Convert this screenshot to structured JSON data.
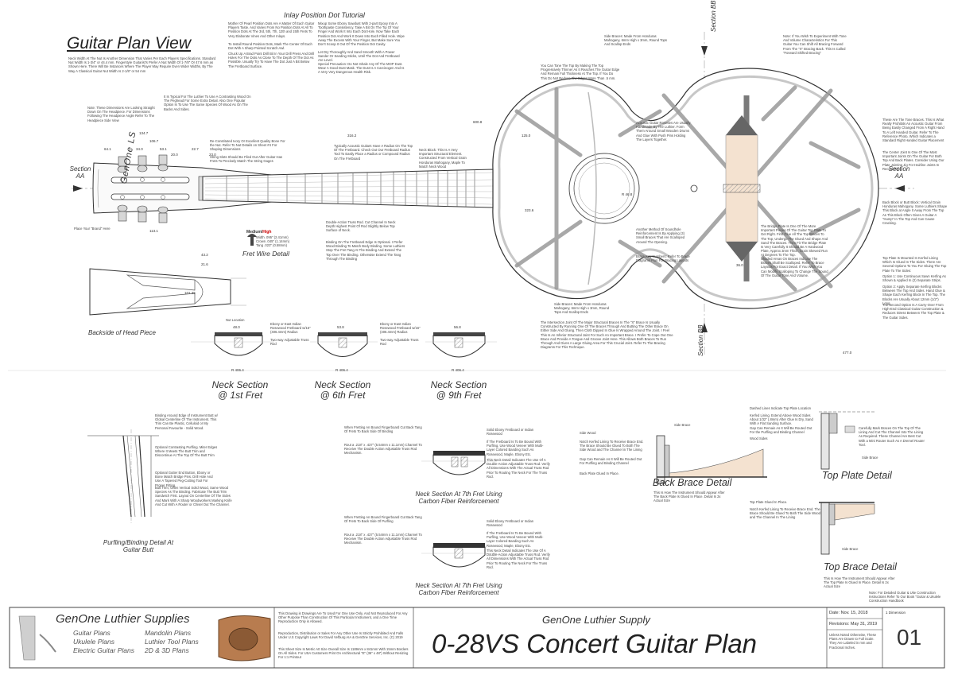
{
  "header": {
    "plan_view_title": "Guitar Plan View",
    "inlay_tutorial_title": "Inlay Position Dot Tutorial"
  },
  "section_markers": {
    "left": "Section AA",
    "right": "Section AA",
    "top": "Section BB",
    "bottom": "Section BB"
  },
  "headstock": {
    "brand": "GenOne LS",
    "fret_wire_title": "Fret Wire Detail",
    "fret_wire_grade_a": "Medium",
    "fret_wire_grade_b": "High",
    "fret_wire_specs": [
      "Width .095\" (2.41mm)",
      "Crown .045\" (1.14mm)",
      "Tang .023\" (0.58mm)"
    ],
    "backside_label": "Backside of Head Piece",
    "dims": [
      "134.7",
      "106.7",
      "64.1",
      "34.0",
      "53.1",
      "22.7",
      "23.0",
      "20.0",
      "113.1",
      "43.2",
      "21.6",
      "101.36"
    ]
  },
  "neck_sections": [
    {
      "title": "Neck Section @ 1st Fret",
      "width": "48.0",
      "radius": "R 406.4"
    },
    {
      "title": "Neck Section @ 6th Fret",
      "width": "53.8",
      "radius": "R 406.4"
    },
    {
      "title": "Neck Section @ 9th Fret",
      "width": "56.8",
      "radius": "R 406.4"
    }
  ],
  "body_dims": [
    "600.8",
    "316.2",
    "323.6",
    "477.0",
    "36.0",
    "R 46.8",
    "125.0"
  ],
  "details": {
    "purfling_binding": "Purfling/Binding Detail At Guitar Butt",
    "neck_7th_a": "Neck Section At 7th Fret Using Carbon Fiber Reinforcement",
    "neck_7th_b": "Neck Section At 7th Fret Using Carbon Fiber Reinforcement",
    "back_brace": "Back Brace Detail",
    "top_plate": "Top Plate Detail",
    "top_brace": "Top Brace Detail"
  },
  "notes": {
    "neck_width": "Neck Width At The Nut Is Another Dimension That Varies Per Each Players Specifications. Standard Nut Width Is 1-3/4\" or 44.4 mm. Fingerstyle Guitarist's Prefer A Nut Width Of 1-7/8\" Or 47.6 mm as Shown Here. There Will Be Instances Where The Player May Require Even Wider Widths, By The Way A Classical Guitar Nut Width Is 2-1/8\" or 54 mm",
    "inlay_1": "Mother Of Pearl Position Dots Are A Matter Of Each Guitar Players Taste. And Varies From No Position Dots At All To Position Dots At The 3rd, 5th, 7th, 12th and 15th Frets To Very Elaborate Vines And Other Inlays.",
    "inlay_2": "To Install Round Position Dots, Mark The Center Of Each Dot With A Sharp Pointed Scratch Awl.",
    "inlay_3": "Chuck Up A Brad Point Drill Bit In Your Drill Press And Drill Holes For The Dots As Close To The Depth Of The Dot As Possible. Usually Try To Have The Dot Just A Bit Below The Fretboard Surface.",
    "inlay_4": "Mixup Some Ebony Sawdust With 2-part Epoxy Into A Toothpaste Consistency. Take A Bit On The Tip Of Your Finger And Work It Into Each Dot Hole. Now Take Each Position Dot And Work It Down Into Each Filled Hole. Wipe Away The Excess With Your Finger, But Make Sure You Don't Scoop It Out Of The Position Dot Cavity.",
    "inlay_5": "Let Dry Thoroughly And Sand Smooth With A Power Sander Or Sanding Sticks, Until The Dot And Fretboard Are Level.",
    "inlay_6": "Special Precaution: Do Not Inhale Any Of The MOP Dust. Wear A Good Dust Mask. The Dust Is A Carcinogen And Is A Very Very Dangerous Health Risk.",
    "contrast_wood": "It Is Typical For The Luthier To Use A Contrasting Wood On The Peghead For Some Extra Detail. Also One Popular Option Is To Use The Same Species Of Wood As On The Backs And Sides.",
    "dimension_note": "Note: These Dimensions Are Looking Straight Down On The Headpiece. For Dimensions Following The Headpiece Angle Refer To The Headpiece Side View",
    "bone_nut": "Re-Constituted Ivory Or Excellent Quality Bone For the Nut. Refer To Nut Details on Sheet #4 For Shaping Dimensions",
    "string_slots": "String Slots Should Be Filed Out After Guitar Has Frets To Precisely Match The String Gages",
    "fret_radius": "Typically Acoustic Guitars Have A Radius On The Top Of The Fretboard. Check Out Our Fretboard Radius Tool To Easily Place a Radius or Compound Radius On The Fretboard",
    "truss_rod": "Double-Action Truss Rod. Cut Channel In Neck Depth Highest Point Of Rod Slightly Below Top Surface of Neck.",
    "binding_fretboard": "Binding On The Fretboard Edge Is Optional. I Prefer Wood Binding To Match Body Binding. Some Luthiers Stop The Fret Tang At The Binding And Extend The Top Over The Binding. Otherwise Extend The Tang Through The Binding",
    "neck_block": "Neck Block: This Is A Very Important Structural Element. Constructed From Vertical Grain Honduras Mahogany, Maple To Match Neck Wood",
    "side_braces_top": "Side Braces: Made From Honduras Mahogany, 6mm High x 3mm, Round Tops And Scallop Ends",
    "tone_bar_note": "You Can Tone The Top By Making The Top Progressively Thinner As It Reaches The Guitar Edge And Remain Full Thickness At The Top. If You Do This Do Not Reduce The Edges More Than .5 mm.",
    "acoustic_rosette": "Acoustic Guitar Rosettes Are Usually Handmade By The Luthier. Form Them Around Small Wooden Drums And Glue With Push Pins Holding The Layers Together.",
    "experiment": "Note: If You Wish To Experiment With Tone And Volume Characteristics For This Guitar You Can Shift All Bracing Forward From The \"X\" Bracing Back. This Is Called \"Forward Shifted Bracing\"",
    "tone_bars": "These Are The Tone Braces. This Is What Really Prohibits An Acoustic Guitar From Being Easily Changed From A Right Hand To A Left Handed Guitar. Refer To The Reference Photo, Which Indicates a Standard Right Handed Guitar Placement",
    "center_joint": "The Center Joint Is One Of The Most Important Joints On The Guitar For Both Top And Back Plates. Consider Using Our Plate Jointing Jig For Hairline Joints In Record Time.",
    "back_brace": "Back Block or Butt Block: Vertical Grain Honduras Mahogany. Some Luthiers Shape This Block at Angle It Away From The Top As This Block Often Gives A Guitar A \"Hump\" In The Top And Can Cause Cracking.",
    "soundhole": "Another Method Of Soundhole Reinforcement Is By Applying (3) Small Braces That Are Scalloped Around The Opening.",
    "brace_key": "Brace Key Numbers: Refer To Brace Diagrams Plan For Bracing Layouts",
    "bridge_plate": "The Bridge Plate Is One Of The More Important Pieces Of The Guitar Top Plate To Get Right. First Glue All The Top Braces To The Top, Undergo The Glued And Shape And Sand The Braces. Then Fit The Bridge Plate Is Very Carefully It Should Be A Hardwood Plate, Approx 3mm Thick, Grain Skewed Run At Degrees To The Top.",
    "shaded_areas": "Shaded Areas On Braces Indicate The Braces Shall Be Scalloped. Refer To Brace Layouts For Exact Detail. If You Wish You Can Modify Scalloping To Change The Sound Of The Guitar Tone And Volume.",
    "kerfed_lining": "Top Plate Is Mounted In Kerfed Lining Which Is Glued In The Sides. There Are Several Options To You For Gluing The Top Plate To The Sides:",
    "option1": "Option 1: Use Continuous Sawn Kerfing As Shown & Applied In (2) Separate Strips.",
    "option2": "Option 2: Apply Separate Kerfing Blocks Between The Top And Sides. Hand Glue & Shape Each Kerfing Block In The Top. The Blocks Are Usually About 12mm (1/2\") Long.",
    "carry_over": "The Second Option Is A Carry-Over From High-End Classical Guitar Construction & Reduces Stress Between The Top Plate & The Guitar Sides.",
    "side_braces_bottom": "Side Braces: Made From Honduras Mahogany, 6mm High x 3mm, Round Tops And Scallop Ends",
    "x_brace": "The Intersection Joint Of The Major Structural Braces In The \"X\" Brace Is Usually Constructed By Running One Of The Braces Through And Butting The Other Brace On Either Side And Gluing. Then Cloth Dipped In Glue Is Wrapped Around The Joint. I Feel This Is An Inferior Structural Joint For Such An Important Brace. I Prefer To Cope Out One Brace And Provide A Tongue And Groove Joint Here. This Allows Both Braces To Run Through And Gives A Large Gluing Area For This Crucial Joint. Refer To The Bracing Diagrams For This Technique.",
    "place_brand": "Place Your \"Brand\" Here",
    "nut_location": "Nut Location",
    "ebony_1": "Ebony or East Indian Rosewood Fretboard w/16\" (406.4mm) Radius",
    "truss_1": "Two-way Adjustable Truss Rod",
    "ebony_2": "Ebony or East Indian Rosewood Fretboard w/16\" (406.4mm) Radius",
    "truss_2": "Two-way Adjustable Truss Rod",
    "binding_around": "Binding Around Edge of Instrument Butt w/ Global Centerline Of The Instrument. This Trim Can Be Plastic, Celluloid or My Personal Favourite - Solid Wood.",
    "optional_purfling": "Optional Contrasting Purfling. Miter Edges Where It Meets The Butt Trim and Discontinue At The Top Of The Butt Trim",
    "optional_gutter": "Optional Gutter End Button, Ebony or Bone Match Bridge Pins. Drill Hole And Use A Tapered Peg-Cutting Tool For Proper Fitting.",
    "butt_trim": "Butt Trim, Often Vertical Solid Wood, Same Wood Species As The Binding. Fabricate The Butt Trim Sandwich First. Layout On Centerline Of The Sides And Mark With A Sharp Woodworkers Marking Knife And Cut With A Router or Chisel Out The Channel.",
    "fretting_a": "When Fretting An Bound Fingerboard Cut Back Tang Of Frets To Back Side Of Binding",
    "rout_a": "Rout a .218\" x .437\" (5.54mm x 11.1mm) Channel To Receive The Double Action Adjustable Truss Rod Mechanism.",
    "ebony_7a": "Solid Ebony Fretboard or Indian Rosewood",
    "bound_7a": "If The Fretboard Is To Be Bound With Purfling, Use Wood Veneer With Multi-Layer Colored Banding Such As Rosewood, Maple, Ebony Etc.",
    "neck_detail_7a": "This Neck Detail Indicates The Use Of A Double-Action Adjustable Truss Rod. Verify All Dimensions With The Actual Truss Rod Prior To Routing The Neck For The Truss Rod.",
    "fretting_b": "When Fretting An Bound Fingerboard Cut Back Tang Of Frets To Back Side Of Purfling",
    "rout_b": "Rout a .218\" x .437\" (5.54mm x 11.1mm) Channel To Receive The Double Action Adjustable Truss Rod Mechanism.",
    "ebony_7b": "Solid Ebony Fretboard or Indian Rosewood",
    "bound_7b": "If The Fretboard Is To Be Bound With Purfling, Use Wood Veneer With Multi-Layer Colored Banding Such As Rosewood, Maple, Ebony Etc.",
    "neck_detail_7b": "This Neck Detail Indicates The Use Of A Double-Action Adjustable Truss Rod. Verify All Dimensions With The Actual Truss Rod Prior To Routing The Neck For The Truss Rod.",
    "side_wood": "Side Wood",
    "notch_kerfed": "Notch Kerfed Lining To Receive Brace End. The Brace Should Be Glued To Both The Side Wood and The Channel in The Lining",
    "gap_cleared": "Gap Can Remain As It Will Be Routed Out For Purfling and Binding Channel",
    "back_plate_glued": "Back Plate Glued In Place.",
    "side_brace": "Side Brace",
    "back_brace_how": "This Is How The Instrument Should Appear After The Back Plate Is Glued In Place. Detail Is 2x Actual Size",
    "dashed_lines": "Dashed Lines Indicate Top Plate Location",
    "kerfed_lining_extend": "Kerfed Lining. Extend Above Wood Sides About 1/32\" (.8mm) After Glue Is Dry, Sand With A Flat Sanding Surface.",
    "gap_cleared_2": "Gap Can Remain As It Will Be Routed Out For the Purfling and Binding Channel",
    "wood_sides": "Wood Sides",
    "carefully_mark": "Carefully Mark Braces On The Top Of The Lining And Cut The Channel Into The Lining As Required. These Channel Are Best Cut With a Mini Router Such As A Dremel Router Tool.",
    "side_brace_2": "Side Brace",
    "top_plate_glued": "Top Plate Glued In Place.",
    "notch_kerfed_2": "Notch Kerfed Lining To Receive Brace End. The Brace Should Be Glued To Both The Side Wood and The Channel In The Lining",
    "side_brace_3": "Side Brace",
    "top_brace_how": "This Is How The Instrument Should Appear After The Top Plate Is Glued In Place. Detail Is 2x Actual Size",
    "detailed_guitar": "Note: For Detailed Guitar & Uke Construction Instructions Refer To Our Book \"Guitar & Ukulele Construction Handbook"
  },
  "title_block": {
    "company_logo": "GenOne Luthier Supplies",
    "link_guitar": "Guitar Plans",
    "link_ukulele": "Ukulele Plans",
    "link_electric": "Electric Guitar Plans",
    "link_mandolin": "Mandolin Plans",
    "link_tool": "Luthier Tool Plans",
    "link_2d3d": "2D & 3D Plans",
    "copyright_1": "This Drawing is Drawings Are To Used For One Use Only, And Not Reproduced For Any Other Purpose Than Construction Of This Particular Instrument, and a One Time Reproduction Only is Allowed.",
    "copyright_2": "Reproduction, Distribution or Sales For Any Other Use Is Strictly Prohibited And Falls Under U.S Copyright Laws For David Vefburg AIA & GenOne Services, Inc. (C) 2019",
    "copyright_3": "This Sheet Size Is Metric A0 Size Overall Size Is 1189mm x 841mm With 15mm Borders On All Sides. For USA Customers Print On Architectural \"E\" (36\" x 48\") Without Resizing For 1:1 Printout",
    "supply_name": "GenOne Luthier Supply",
    "plan_title": "0-28VS Concert Guitar Plan",
    "date": "Date: Nov. 15, 2018",
    "revisions": "Revisions: May 31, 2019",
    "units": "Unless Noted Otherwise, These Plans Are Drawn to Full Scale. They Are Labeled in mm and Fractional Inches.",
    "sheet_ref": "1 Dimension",
    "sheet_number": "01"
  }
}
